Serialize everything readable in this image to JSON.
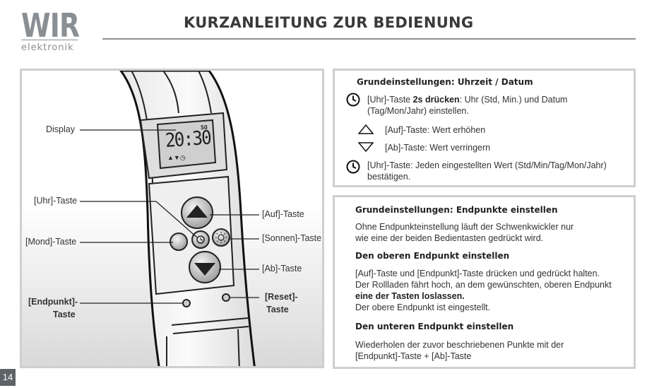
{
  "header": {
    "logo_main": "WIR",
    "logo_sub": "elektronik",
    "title": "KURZANLEITUNG ZUR BEDIENUNG"
  },
  "diagram": {
    "display_time": "20:30",
    "display_day": "SO",
    "labels": {
      "display": "Display",
      "uhr": "[Uhr]-Taste",
      "mond": "[Mond]-Taste",
      "endpunkt_1": "[Endpunkt]-",
      "endpunkt_2": "Taste",
      "auf": "[Auf]-Taste",
      "sonnen": "[Sonnen]-Taste",
      "ab": "[Ab]-Taste",
      "reset_1": "[Reset]-",
      "reset_2": "Taste"
    }
  },
  "box1": {
    "heading": "Grundeinstellungen: Uhrzeit / Datum",
    "row1_pre": "[Uhr]-Taste ",
    "row1_bold": "2s drücken",
    "row1_post": ": Uhr (Std, Min.) und Datum",
    "row1_line2": "(Tag/Mon/Jahr) einstellen.",
    "row2": "[Auf]-Taste: Wert erhöhen",
    "row3": "[Ab]-Taste: Wert verringern",
    "row4_line1": "[Uhr]-Taste: Jeden eingestellten Wert (Std/Min/Tag/Mon/Jahr)",
    "row4_line2": "bestätigen."
  },
  "box2": {
    "heading": "Grundeinstellungen: Endpunkte einstellen",
    "intro_1": "Ohne Endpunkteinstellung läuft der Schwenkwickler nur",
    "intro_2": "wie eine der beiden Bedientasten gedrückt wird.",
    "sub1": "Den oberen Endpunkt einstellen",
    "p1_1": "[Auf]-Taste und [Endpunkt]-Taste drücken und gedrückt halten.",
    "p1_2": "Der Rollladen fährt hoch, an dem gewünschten, oberen Endpunkt",
    "p1_3": "eine der Tasten loslassen.",
    "p1_4": "Der obere Endpunkt ist eingestellt.",
    "sub2": "Den unteren Endpunkt einstellen",
    "p2_1": "Wiederholen der zuvor beschriebenen Punkte mit der",
    "p2_2": "[Endpunkt]-Taste + [Ab]-Taste"
  },
  "page_number": "14",
  "icons": [
    "clock-icon",
    "triangle-up-icon",
    "triangle-down-icon",
    "moon-icon",
    "sun-icon"
  ],
  "colors": {
    "logo": "#8a8f94",
    "panel_border": "#cfcfcf",
    "page_badge": "#5e6368"
  }
}
